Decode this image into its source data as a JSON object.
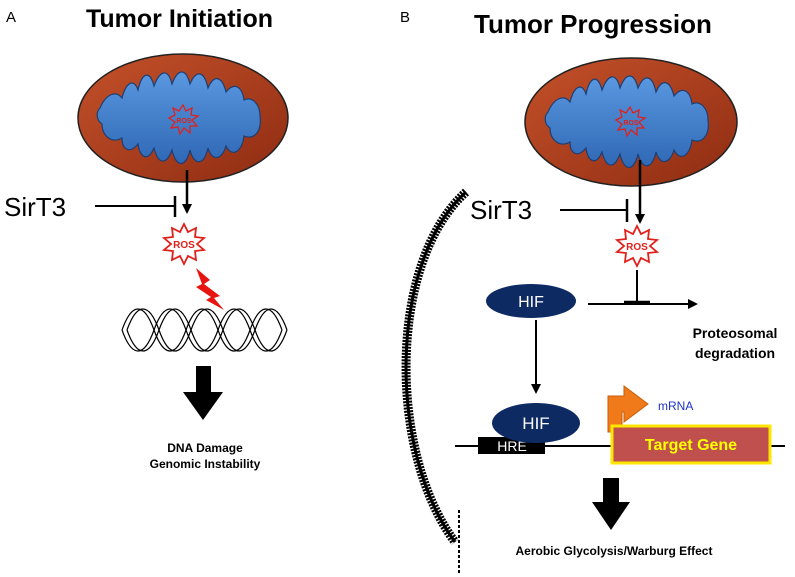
{
  "panel_a": {
    "letter": "A",
    "title": "Tumor Initiation",
    "mito_ros_label": "ROS",
    "sirt3_label": "SirT3",
    "ros_label": "ROS",
    "outcome_line1": "DNA Damage",
    "outcome_line2": "Genomic Instability"
  },
  "panel_b": {
    "letter": "B",
    "title": "Tumor Progression",
    "mito_ros_label": "ROS",
    "sirt3_label": "SirT3",
    "ros_label": "ROS",
    "hif_label": "HIF",
    "degradation_line1": "Proteosomal",
    "degradation_line2": "degradation",
    "hif_bound_label": "HIF",
    "hre_label": "HRE",
    "mrna_label": "mRNA",
    "target_gene_label": "Target Gene",
    "outcome_label": "Aerobic Glycolysis/Warburg Effect"
  },
  "colors": {
    "mito_outer": "#a3391a",
    "mito_inner": "#3f7fcf",
    "ros_red": "#e0201b",
    "hif_navy": "#0d2a63",
    "target_gene_fill": "#c0504d",
    "target_gene_border": "#ffe600",
    "target_gene_text": "#ffff00",
    "promoter_orange": "#f07a1a",
    "mrna_blue": "#1c34c8"
  }
}
